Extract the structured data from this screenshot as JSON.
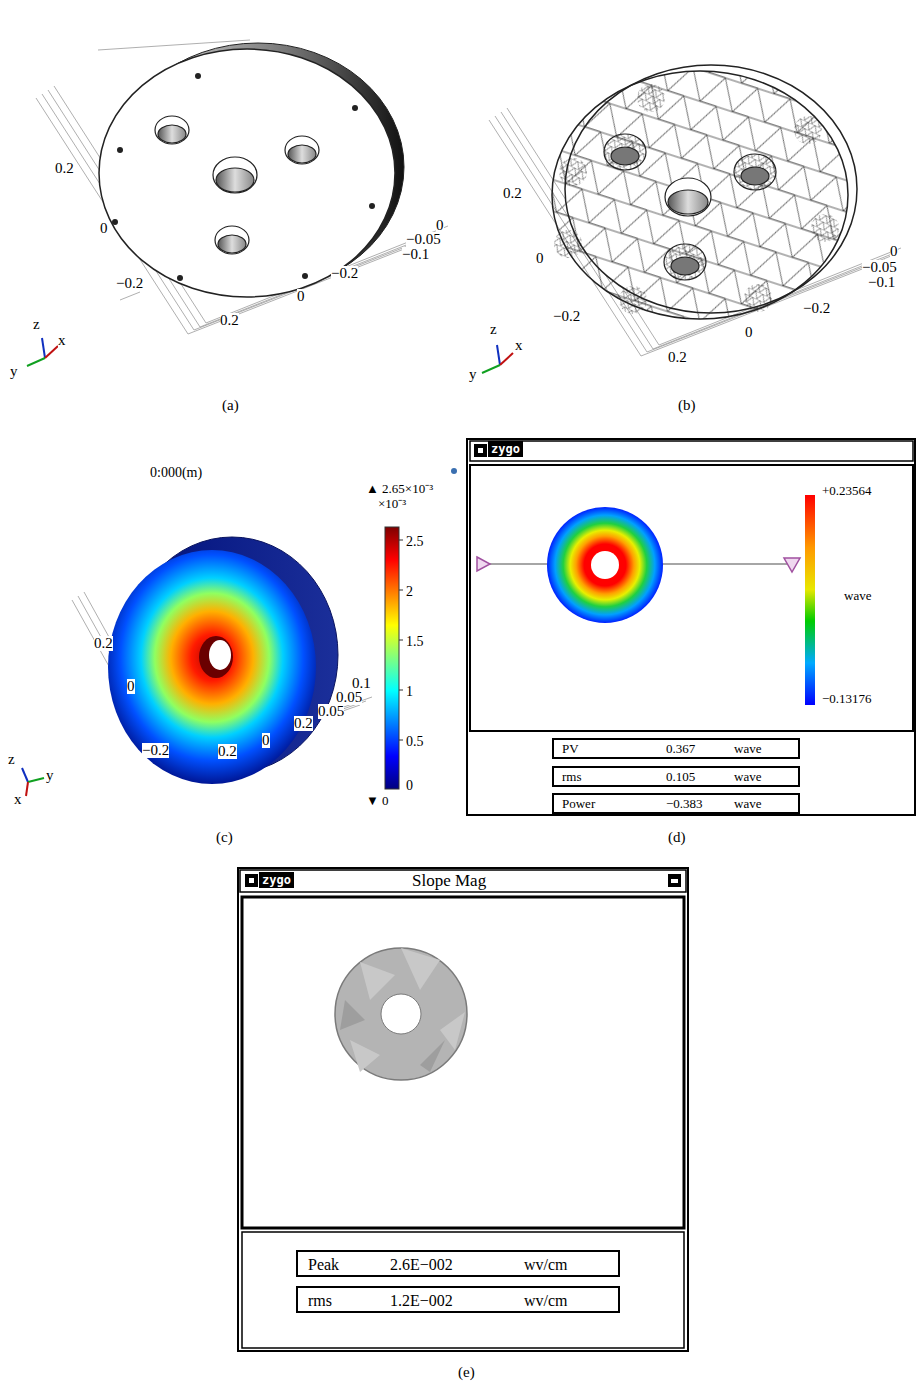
{
  "diagram": {
    "nodes": [
      {
        "text": [
          "zygo"
        ]
      },
      {
        "text": [
          "PV",
          "0.367",
          "wave"
        ],
        "in": 0
      },
      {
        "text": [
          "rms",
          "0.105",
          "wave"
        ],
        "in": 0
      },
      {
        "text": [
          "Power",
          "−0.383",
          "wave"
        ],
        "in": 0
      },
      {
        "text": [
          "zygo",
          "Slope Mag"
        ]
      },
      {
        "text": [
          "Peak",
          "2.6E−002",
          "wv/cm"
        ],
        "in": 4
      },
      {
        "text": [
          "rms",
          "1.2E−002",
          "wv/cm"
        ],
        "in": 4
      }
    ],
    "labels": [
      "0.2",
      "0",
      "−0.2",
      "0.2",
      "0",
      "−0.2",
      "0",
      "−0.05",
      "−0.1",
      "z",
      "x",
      "y",
      "(a)",
      "0.2",
      "0",
      "−0.2",
      "0.2",
      "0",
      "−0.2",
      "0",
      "−0.05",
      "−0.1",
      "z",
      "x",
      "y",
      "(b)",
      "0:000(m)",
      "▲ 2.65×10⁻³",
      "×10⁻³",
      "2.5",
      "2",
      "1.5",
      "1",
      "0.5",
      "0",
      "▼ 0",
      "0.2",
      "0",
      "−0.2",
      "0.2",
      "0",
      "0.2",
      "0.1",
      "0.05",
      "0.05",
      "z",
      "y",
      "x",
      "(c)",
      "+0.23564",
      "wave",
      "−0.13176",
      "(d)",
      "(e)"
    ]
  }
}
